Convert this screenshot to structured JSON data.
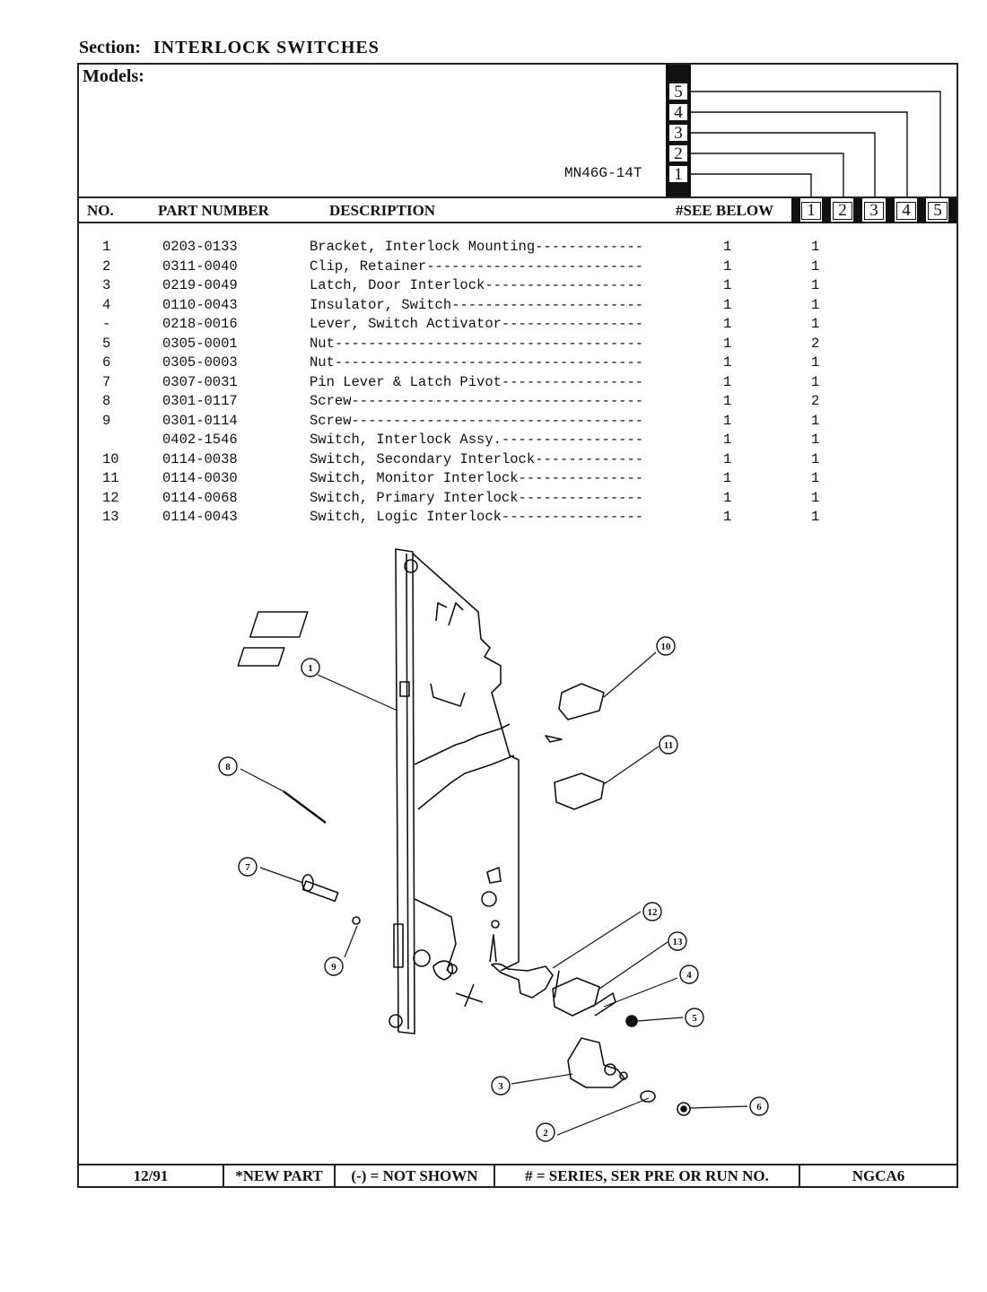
{
  "section": {
    "label": "Section:",
    "name": "INTERLOCK SWITCHES"
  },
  "models": {
    "label": "Models:",
    "model_name": "MN46G-14T",
    "series": [
      "5",
      "4",
      "3",
      "2",
      "1"
    ]
  },
  "header": {
    "no": "NO.",
    "part_number": "PART NUMBER",
    "description": "DESCRIPTION",
    "see_below": "#SEE BELOW",
    "columns": [
      "1",
      "2",
      "3",
      "4",
      "5"
    ]
  },
  "parts": [
    {
      "no": "1",
      "part": "0203-0133",
      "desc": "Bracket, Interlock Mounting-------------",
      "std": "1",
      "c1": "1"
    },
    {
      "no": "2",
      "part": "0311-0040",
      "desc": "Clip, Retainer--------------------------",
      "std": "1",
      "c1": "1"
    },
    {
      "no": "3",
      "part": "0219-0049",
      "desc": "Latch, Door Interlock-------------------",
      "std": "1",
      "c1": "1"
    },
    {
      "no": "4",
      "part": "0110-0043",
      "desc": "Insulator, Switch-----------------------",
      "std": "1",
      "c1": "1"
    },
    {
      "no": "-",
      "part": "0218-0016",
      "desc": "Lever, Switch Activator-----------------",
      "std": "1",
      "c1": "1"
    },
    {
      "no": "5",
      "part": "0305-0001",
      "desc": "Nut-------------------------------------",
      "std": "1",
      "c1": "2"
    },
    {
      "no": "6",
      "part": "0305-0003",
      "desc": "Nut-------------------------------------",
      "std": "1",
      "c1": "1"
    },
    {
      "no": "7",
      "part": "0307-0031",
      "desc": "Pin Lever & Latch Pivot-----------------",
      "std": "1",
      "c1": "1"
    },
    {
      "no": "8",
      "part": "0301-0117",
      "desc": "Screw-----------------------------------",
      "std": "1",
      "c1": "2"
    },
    {
      "no": "9",
      "part": "0301-0114",
      "desc": "Screw-----------------------------------",
      "std": "1",
      "c1": "1"
    },
    {
      "no": "",
      "part": "0402-1546",
      "desc": "Switch, Interlock Assy.-----------------",
      "std": "1",
      "c1": "1"
    },
    {
      "no": "10",
      "part": "0114-0038",
      "desc": "Switch, Secondary Interlock-------------",
      "std": "1",
      "c1": "1"
    },
    {
      "no": "11",
      "part": "0114-0030",
      "desc": "Switch, Monitor Interlock---------------",
      "std": "1",
      "c1": "1"
    },
    {
      "no": "12",
      "part": "0114-0068",
      "desc": "Switch, Primary Interlock---------------",
      "std": "1",
      "c1": "1"
    },
    {
      "no": "13",
      "part": "0114-0043",
      "desc": "Switch, Logic Interlock-----------------",
      "std": "1",
      "c1": "1"
    }
  ],
  "callouts": [
    "1",
    "2",
    "3",
    "4",
    "5",
    "6",
    "7",
    "8",
    "9",
    "10",
    "11",
    "12",
    "13"
  ],
  "footer": {
    "date": "12/91",
    "new_part": "*NEW PART",
    "not_shown": "(-) = NOT SHOWN",
    "series_note": "# = SERIES, SER PRE OR RUN NO.",
    "code": "NGCA6"
  }
}
